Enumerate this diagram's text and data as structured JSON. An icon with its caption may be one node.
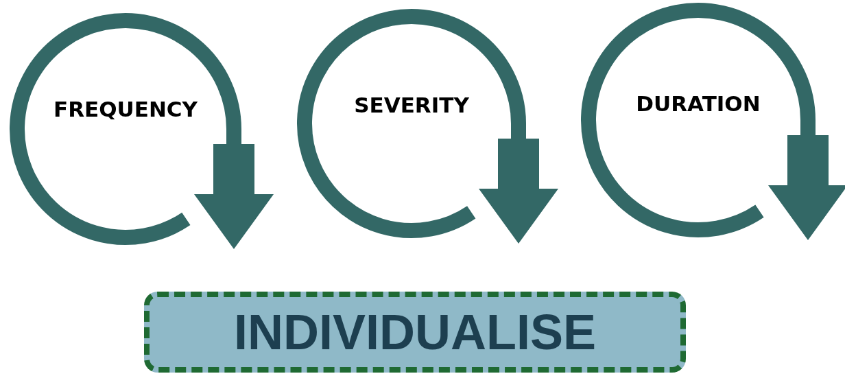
{
  "diagram": {
    "nodes": [
      {
        "text": [
          "FREQUENCY"
        ]
      },
      {
        "text": [
          "SEVERITY"
        ]
      },
      {
        "text": [
          "DURATION"
        ]
      },
      {
        "text": [
          "INDIVIDUALISE"
        ]
      }
    ]
  }
}
